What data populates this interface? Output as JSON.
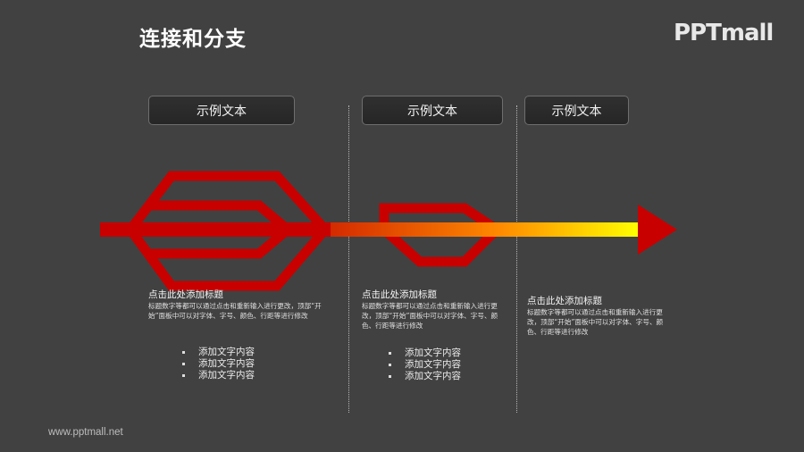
{
  "header": {
    "title": "连接和分支",
    "logo": "PPTmall"
  },
  "footer": {
    "url": "www.pptmall.net"
  },
  "colors": {
    "background": "#414141",
    "shape_red": "#c80000",
    "gradient_start": "#d42a00",
    "gradient_mid": "#ff8a00",
    "gradient_end": "#ffff00"
  },
  "labels": [
    "示例文本",
    "示例文本",
    "示例文本"
  ],
  "columns": [
    {
      "heading": "点击此处添加标题",
      "desc": "标题数字等都可以通过点击和重新输入进行更改，顶部“开始”面板中可以对字体、字号、颜色、行距等进行修改",
      "bullets": [
        "添加文字内容",
        "添加文字内容",
        "添加文字内容"
      ]
    },
    {
      "heading": "点击此处添加标题",
      "desc": "标题数字等都可以通过点击和重新输入进行更改，顶部“开始”面板中可以对字体、字号、颜色、行距等进行修改",
      "bullets": [
        "添加文字内容",
        "添加文字内容",
        "添加文字内容"
      ]
    },
    {
      "heading": "点击此处添加标题",
      "desc": "标题数字等都可以通过点击和重新输入进行更改，顶部“开始”面板中可以对字体、字号、颜色、行距等进行修改",
      "bullets": []
    }
  ]
}
